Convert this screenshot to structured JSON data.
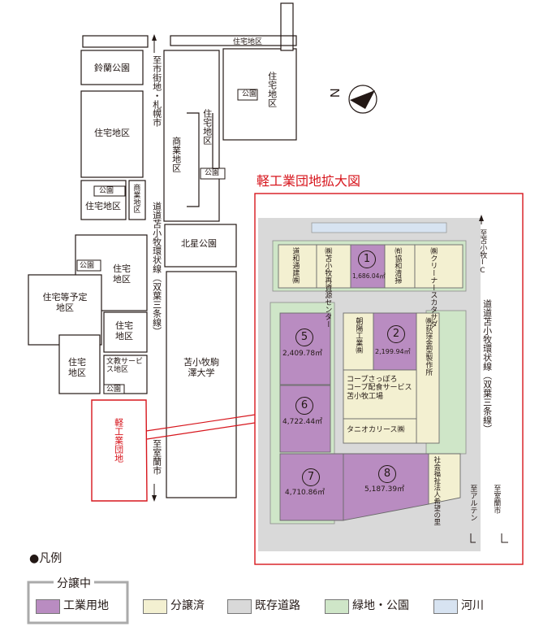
{
  "title": "軽工業団地拡大図",
  "colors": {
    "industrial": "#b98cc1",
    "sold": "#f3f0d1",
    "road": "#d9d9d9",
    "green": "#cfe6c8",
    "river": "#d7e3f1",
    "accent": "#d7161d"
  },
  "overview": {
    "suzuran_park": "鈴蘭公園",
    "residential_1": "住宅地区",
    "park_small_1": "公園",
    "residential_2": "住宅地区",
    "commercial_small": "商業地区",
    "commercial_main": "商業地区",
    "residential_3": "住宅地区",
    "park_small_2": "公園",
    "residential_top": "住宅地区",
    "residential_top_park": "公園",
    "residential_right": "住宅地区",
    "to_city": "至市街地・札幌市",
    "ring_road": "道道苫小牧環状線（双葉三条線）",
    "hokusei_park": "北星公園",
    "park_small_3": "公園",
    "residential_4": "住宅地区",
    "planned_residential": "住宅等予定地区",
    "residential_5": "住宅地区",
    "residential_6": "住宅地区",
    "bunkyo": "文教サービス地区",
    "park_small_4": "公園",
    "university": "苫小牧駒澤大学",
    "light_industrial": "軽工業団地",
    "to_muroran": "至室蘭市"
  },
  "detail": {
    "to_ic": "至苫小牧IC",
    "ring_road": "道道苫小牧環状線（双葉三条線）",
    "to_alten": "至アルテン",
    "to_muroran": "至室蘭市",
    "lots": {
      "dowa": "道和通建㈱",
      "tomakomai_center": "㈱苫小牧再資源センター",
      "lot1_num": "1",
      "lot1_area": "1,686.04㎡",
      "kyowa": "㈲協和清掃",
      "clean": "㈱クリーナースカタサダ",
      "asahi": "朝陽工業㈱",
      "lot2_num": "2",
      "lot2_area": "2,199.94㎡",
      "ogikubo": "㈱荻窪金型製作所",
      "lot5_num": "5",
      "lot5_area": "2,409.78㎡",
      "coop": "コープさっぽろ\nコープ配食サービス\n苫小牧工場",
      "lot6_num": "6",
      "lot6_area": "4,722.44㎡",
      "tanio": "タニオカリース㈱",
      "lot7_num": "7",
      "lot7_area": "4,710.86㎡",
      "lot8_num": "8",
      "lot8_area": "5,187.39㎡",
      "welfare": "社会福祉法人希望の里"
    }
  },
  "legend": {
    "heading": "●凡例",
    "box_title": "分譲中",
    "items": [
      "工業用地",
      "分譲済",
      "既存道路",
      "緑地・公園",
      "河川"
    ]
  }
}
